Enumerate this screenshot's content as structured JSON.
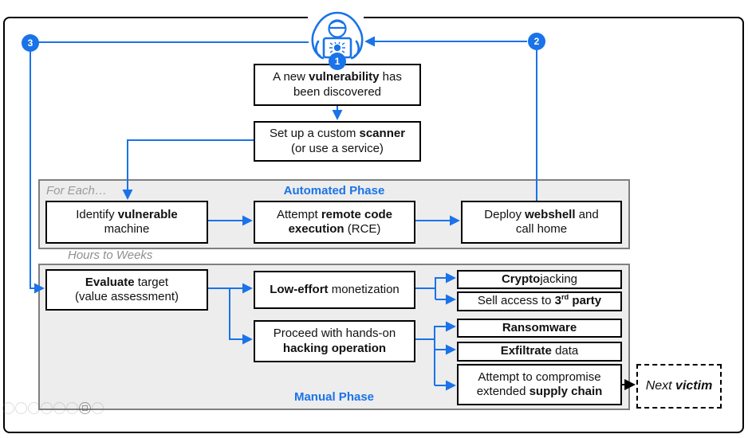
{
  "page": {
    "colors": {
      "accent_blue": "#1a73e8",
      "section_background": "#ededed",
      "section_border": "#7f7f7f",
      "box_border": "#000000",
      "muted_label_gray": "#9a9a9a"
    },
    "badges": [
      {
        "label": "1"
      },
      {
        "label": "2"
      },
      {
        "label": "3"
      }
    ],
    "flow": {
      "vulnerability_box": [
        {
          "t": "A new "
        },
        {
          "t": "vulnerability",
          "b": 1
        },
        {
          "t": " has"
        },
        {
          "br": 1
        },
        {
          "t": "been discovered"
        }
      ],
      "scanner_box": [
        {
          "t": "Set up a custom "
        },
        {
          "t": "scanner",
          "b": 1
        },
        {
          "br": 1
        },
        {
          "t": "(or use a service)"
        }
      ],
      "automated": {
        "corner_label": "For Each…",
        "title": "Automated Phase",
        "identify_box": [
          {
            "t": "Identify "
          },
          {
            "t": "vulnerable",
            "b": 1
          },
          {
            "br": 1
          },
          {
            "t": "machine"
          }
        ],
        "rce_box": [
          {
            "t": "Attempt "
          },
          {
            "t": "remote code",
            "b": 1
          },
          {
            "br": 1
          },
          {
            "t": "execution",
            "b": 1
          },
          {
            "t": " (RCE)"
          }
        ],
        "webshell_box": [
          {
            "t": "Deploy "
          },
          {
            "t": "webshell",
            "b": 1
          },
          {
            "t": " and"
          },
          {
            "br": 1
          },
          {
            "t": "call home"
          }
        ]
      },
      "duration_label": "Hours to Weeks",
      "manual": {
        "title": "Manual Phase",
        "evaluate_box": [
          {
            "t": "Evaluate",
            "b": 1
          },
          {
            "t": " target"
          },
          {
            "br": 1
          },
          {
            "t": "(value assessment)"
          }
        ],
        "low_effort_box": [
          {
            "t": "Low-effort",
            "b": 1
          },
          {
            "t": " monetization"
          }
        ],
        "hands_on_box": [
          {
            "t": "Proceed with hands-on"
          },
          {
            "br": 1
          },
          {
            "t": "hacking operation",
            "b": 1
          }
        ],
        "cryptojacking_box": [
          {
            "t": "Crypto",
            "b": 1
          },
          {
            "t": "jacking"
          }
        ],
        "sell_access_box": [
          {
            "t": "Sell access to "
          },
          {
            "t": "3",
            "b": 1
          },
          {
            "t": "rd",
            "b": 1,
            "sup": 1
          },
          {
            "t": " ",
            "b": 1
          },
          {
            "t": "party",
            "b": 1
          }
        ],
        "ransomware_box": [
          {
            "t": "Ransomware",
            "b": 1
          }
        ],
        "exfiltrate_box": [
          {
            "t": "Exfiltrate",
            "b": 1
          },
          {
            "t": " data"
          }
        ],
        "supply_chain_box": [
          {
            "t": "Attempt to compromise"
          },
          {
            "br": 1
          },
          {
            "t": "extended "
          },
          {
            "t": "supply chain",
            "b": 1
          }
        ]
      },
      "next_victim_box": [
        {
          "t": "Next ",
          "i": 1
        },
        {
          "t": "victim",
          "i": 1,
          "b": 1
        }
      ]
    }
  }
}
